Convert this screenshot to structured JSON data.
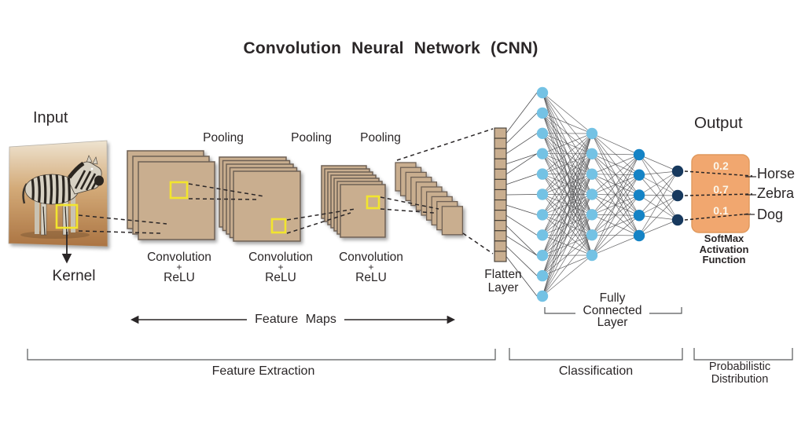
{
  "title": "Convolution Neural Network (CNN)",
  "input": {
    "label": "Input",
    "kernel": "Kernel"
  },
  "conv_stages": [
    {
      "pooling": "Pooling",
      "line1": "Convolution",
      "line2": "+",
      "line3": "ReLU"
    },
    {
      "pooling": "Pooling",
      "line1": "Convolution",
      "line2": "+",
      "line3": "ReLU"
    },
    {
      "pooling": "Pooling",
      "line1": "Convolution",
      "line2": "+",
      "line3": "ReLU"
    }
  ],
  "labels": {
    "feature_maps": "Feature Maps",
    "flatten_line1": "Flatten",
    "flatten_line2": "Layer",
    "fully_line1": "Fully",
    "fully_line2": "Connected",
    "fully_line3": "Layer"
  },
  "network": {
    "layers": [
      11,
      7,
      5,
      3
    ],
    "flatten_cells": 13,
    "conv_stack_layers": [
      3,
      5,
      7
    ],
    "cascade_maps": 10,
    "node_colors": [
      "#74c2e4",
      "#74c2e4",
      "#1583c5",
      "#17395e"
    ]
  },
  "output": {
    "label": "Output",
    "box_color": "#f1a76f",
    "box_border": "#e0995d",
    "classes": [
      {
        "score": "0.2",
        "name": "Horse"
      },
      {
        "score": "0.7",
        "name": "Zebra"
      },
      {
        "score": "0.1",
        "name": "Dog"
      }
    ],
    "softmax_line1": "SoftMax",
    "softmax_line2": "Activation",
    "softmax_line3": "Function"
  },
  "sections": {
    "feature_extraction": "Feature Extraction",
    "classification": "Classification",
    "probabilistic_line1": "Probabilistic",
    "probabilistic_line2": "Distribution"
  },
  "palette": {
    "map_fill": "#c9ae8f",
    "map_stroke": "#6e6155",
    "flatten_stroke": "#3f3a33",
    "kernel_yellow": "#f2e52e",
    "line_dark": "#2a2627",
    "edge_gray": "#4d4d4f",
    "bracket_gray": "#58595b"
  }
}
